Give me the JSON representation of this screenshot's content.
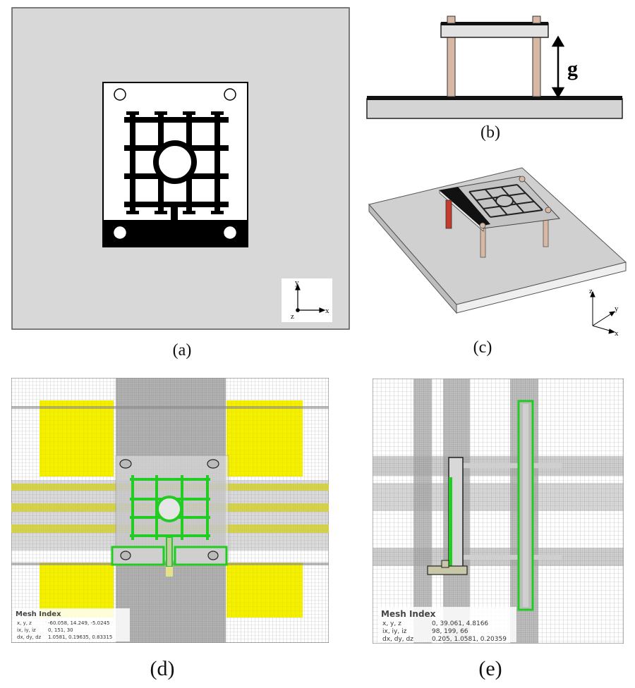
{
  "captions": {
    "a": "(a)",
    "b": "(b)",
    "c": "(c)",
    "d": "(d)",
    "e": "(e)"
  },
  "panel_b": {
    "gap_label": "g"
  },
  "axes_a": {
    "x": "x",
    "y": "y",
    "z": "z"
  },
  "axes_c": {
    "x": "x",
    "y": "y",
    "z": "z"
  },
  "mesh_d": {
    "title": "Mesh Index",
    "rows": [
      {
        "key": "x, y, z",
        "value": "-60.058, 14.249, -5.0245"
      },
      {
        "key": "ix, iy, iz",
        "value": "0, 151, 30"
      },
      {
        "key": "dx, dy, dz",
        "value": "1.0581, 0.19635, 0.83315"
      }
    ]
  },
  "mesh_e": {
    "title": "Mesh Index",
    "rows": [
      {
        "key": "x, y, z",
        "value": "0, 39.061, 4.8166"
      },
      {
        "key": "ix, iy, iz",
        "value": "98, 199, 66"
      },
      {
        "key": "dx, dy, dz",
        "value": "0.205, 1.0581, 0.20359"
      }
    ]
  },
  "colors": {
    "panel_gray": "#d8d8d8",
    "mesh_yellow": "#f4f000",
    "mesh_green": "#22cc22",
    "mesh_gray": "#8a8a8a"
  }
}
